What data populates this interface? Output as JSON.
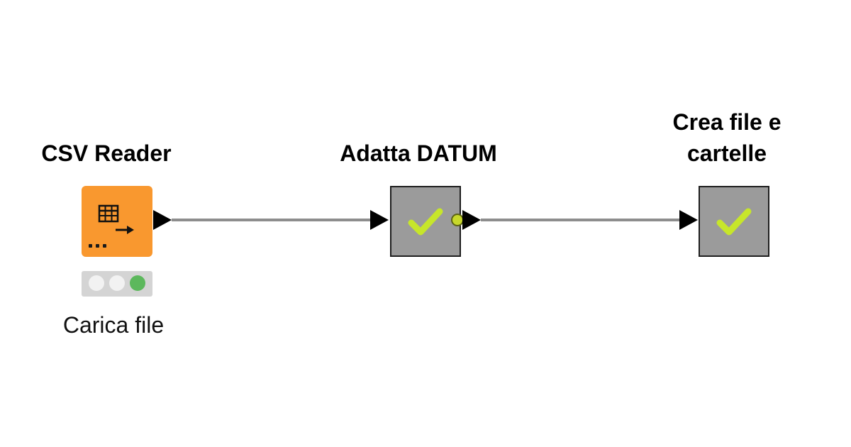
{
  "workflow": {
    "nodes": [
      {
        "title": "CSV Reader",
        "label": "Carica file",
        "icon": "table-export-icon",
        "status": "executed",
        "colors": {
          "body": "#f9982f",
          "status_green": "#5cb85c",
          "status_idle": "#f2f2f2"
        }
      },
      {
        "title": "Adatta DATUM",
        "label": "",
        "icon": "checkmark-icon",
        "colors": {
          "body": "#9b9b9b",
          "check": "#c7e62a"
        }
      },
      {
        "title": "Crea file e cartelle",
        "label": "",
        "icon": "checkmark-icon",
        "colors": {
          "body": "#9b9b9b",
          "check": "#c7e62a"
        }
      }
    ],
    "connections": [
      {
        "from": "CSV Reader",
        "to": "Adatta DATUM"
      },
      {
        "from": "Adatta DATUM",
        "to": "Crea file e cartelle"
      }
    ]
  }
}
